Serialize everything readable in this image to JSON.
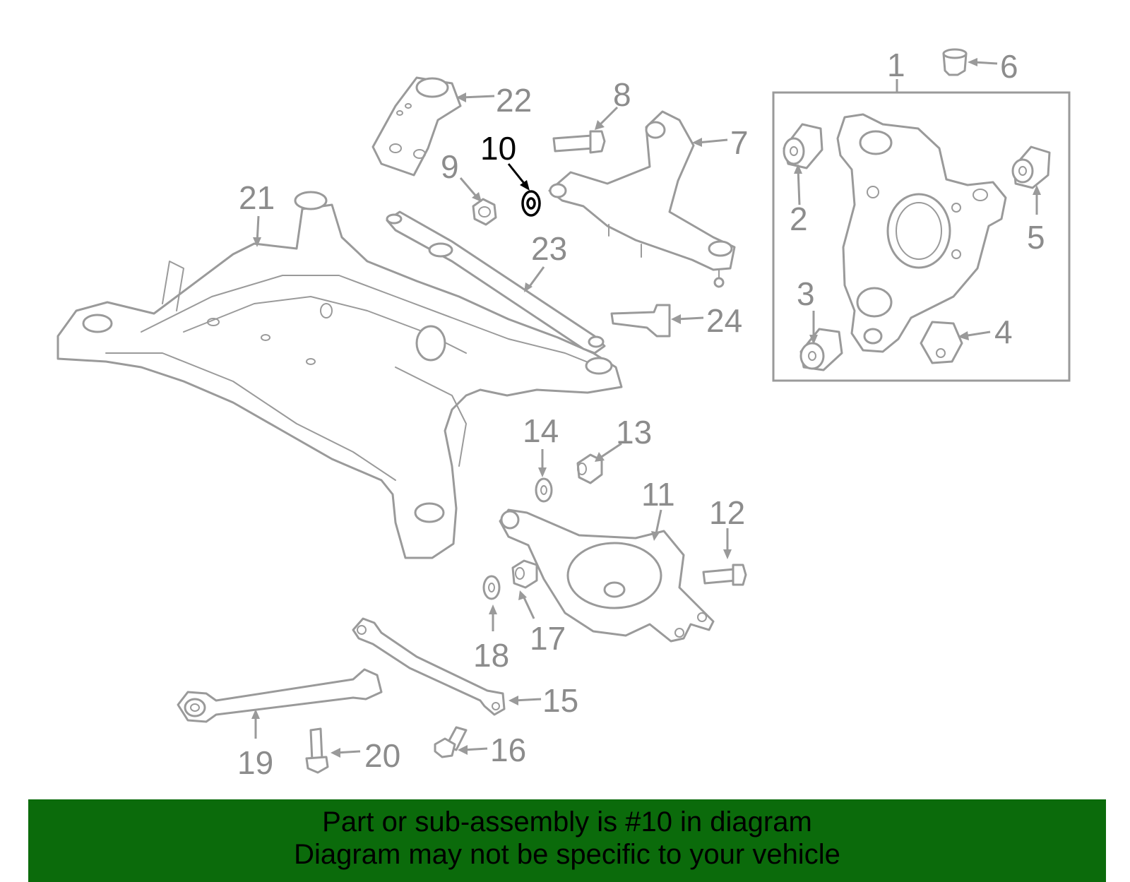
{
  "diagram": {
    "callouts": [
      "1",
      "2",
      "3",
      "4",
      "5",
      "6",
      "7",
      "8",
      "9",
      "10",
      "11",
      "12",
      "13",
      "14",
      "15",
      "16",
      "17",
      "18",
      "19",
      "20",
      "21",
      "22",
      "23",
      "24"
    ],
    "highlighted_part": "10",
    "highlight_color": "#000000",
    "part_color": "#9a9a9a"
  },
  "banner": {
    "line1": "Part or sub-assembly is #10 in diagram",
    "line2": "Diagram may not be specific to your vehicle",
    "background": "#0b6b0b"
  }
}
